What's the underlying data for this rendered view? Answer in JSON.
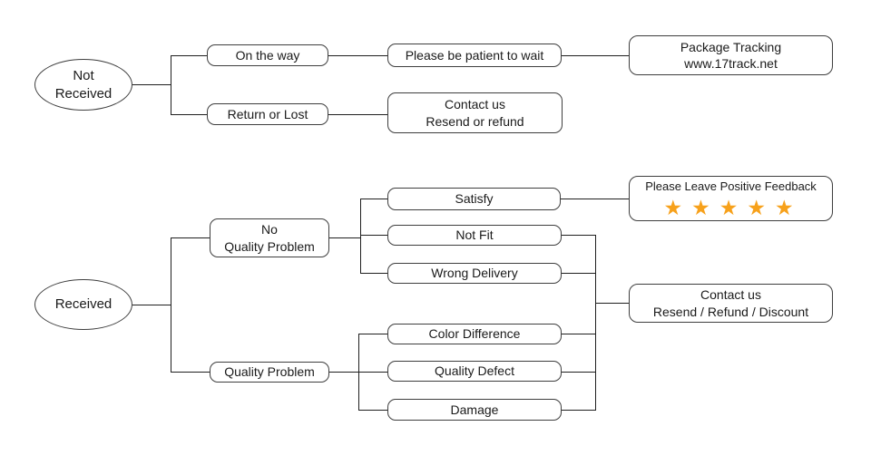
{
  "colors": {
    "background": "#ffffff",
    "border": "#3e3e3e",
    "line": "#1f1f1f",
    "text": "#1a1a1a",
    "star": "#f7a11b"
  },
  "nodes": {
    "not_received": {
      "line1": "Not",
      "line2": "Received"
    },
    "received": {
      "label": "Received"
    },
    "on_the_way": {
      "label": "On the way"
    },
    "return_or_lost": {
      "label": "Return or Lost"
    },
    "please_be_patient": {
      "label": "Please be patient to wait"
    },
    "package_tracking": {
      "line1": "Package Tracking",
      "line2": "www.17track.net"
    },
    "contact_resend_refund": {
      "line1": "Contact us",
      "line2": "Resend or refund"
    },
    "no_quality_problem": {
      "line1": "No",
      "line2": "Quality Problem"
    },
    "quality_problem": {
      "label": "Quality Problem"
    },
    "satisfy": {
      "label": "Satisfy"
    },
    "not_fit": {
      "label": "Not Fit"
    },
    "wrong_delivery": {
      "label": "Wrong Delivery"
    },
    "color_difference": {
      "label": "Color Difference"
    },
    "quality_defect": {
      "label": "Quality Defect"
    },
    "damage": {
      "label": "Damage"
    },
    "positive_feedback": {
      "label": "Please Leave Positive Feedback",
      "stars": 5,
      "star_glyph": "★"
    },
    "contact_resend_refund_discount": {
      "line1": "Contact us",
      "line2": "Resend / Refund / Discount"
    }
  },
  "edges": [
    [
      "Not Received",
      "On the way"
    ],
    [
      "Not Received",
      "Return or Lost"
    ],
    [
      "On the way",
      "Please be patient to wait"
    ],
    [
      "Please be patient to wait",
      "Package Tracking www.17track.net"
    ],
    [
      "Return or Lost",
      "Contact us Resend or refund"
    ],
    [
      "Received",
      "No Quality Problem"
    ],
    [
      "Received",
      "Quality Problem"
    ],
    [
      "No Quality Problem",
      "Satisfy"
    ],
    [
      "No Quality Problem",
      "Not Fit"
    ],
    [
      "No Quality Problem",
      "Wrong Delivery"
    ],
    [
      "Satisfy",
      "Please Leave Positive Feedback"
    ],
    [
      "Not Fit",
      "Contact us Resend / Refund / Discount"
    ],
    [
      "Wrong Delivery",
      "Contact us Resend / Refund / Discount"
    ],
    [
      "Quality Problem",
      "Color Difference"
    ],
    [
      "Quality Problem",
      "Quality Defect"
    ],
    [
      "Quality Problem",
      "Damage"
    ],
    [
      "Color Difference",
      "Contact us Resend / Refund / Discount"
    ],
    [
      "Quality Defect",
      "Contact us Resend / Refund / Discount"
    ],
    [
      "Damage",
      "Contact us Resend / Refund / Discount"
    ]
  ]
}
